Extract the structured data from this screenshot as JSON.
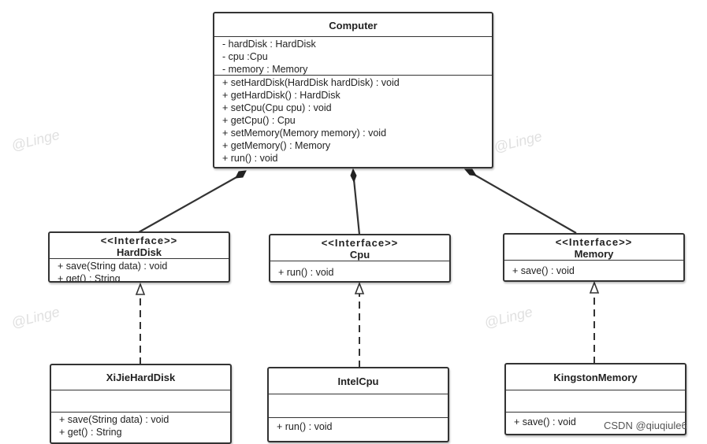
{
  "watermark": "@Linge",
  "credit": "CSDN @qiuqiule6",
  "computer": {
    "name": "Computer",
    "attributes": [
      "- hardDisk : HardDisk",
      "- cpu :Cpu",
      "- memory : Memory"
    ],
    "methods": [
      "+ setHardDisk(HardDisk hardDisk) : void",
      "+ getHardDisk() : HardDisk",
      "+ setCpu(Cpu cpu) : void",
      "+ getCpu() : Cpu",
      "+ setMemory(Memory memory) : void",
      "+ getMemory() : Memory",
      "+ run() : void"
    ]
  },
  "harddisk_iface": {
    "stereotype": "<<Interface>>",
    "name": "HardDisk",
    "methods": [
      "+ save(String data) : void",
      "+ get() : String"
    ]
  },
  "cpu_iface": {
    "stereotype": "<<Interface>>",
    "name": "Cpu",
    "methods": [
      "+ run() : void"
    ]
  },
  "memory_iface": {
    "stereotype": "<<Interface>>",
    "name": "Memory",
    "methods": [
      "+ save() : void"
    ]
  },
  "xijie": {
    "name": "XiJieHardDisk",
    "methods": [
      "+ save(String data) : void",
      "+ get() : String"
    ]
  },
  "intelcpu": {
    "name": "IntelCpu",
    "methods": [
      "+ run() : void"
    ]
  },
  "kingston": {
    "name": "KingstonMemory",
    "methods": [
      "+ save() : void"
    ]
  }
}
